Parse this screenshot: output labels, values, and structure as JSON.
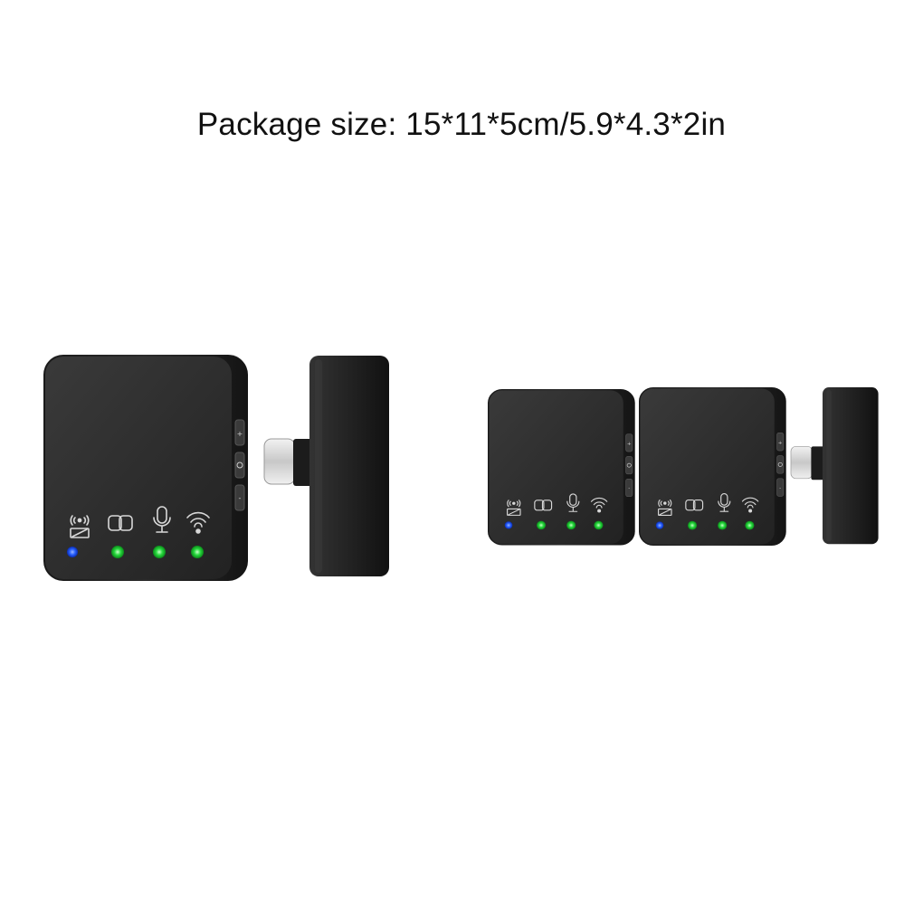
{
  "caption": "Package size: 15*11*5cm/5.9*4.3*2in",
  "colors": {
    "background": "#ffffff",
    "device_body": "#2a2a2a",
    "device_face": "#313131",
    "led_blue": "#1f5bff",
    "led_green": "#22d33a"
  },
  "icons": [
    "wireless-signal-icon",
    "link-icon",
    "microphone-icon",
    "wifi-icon"
  ],
  "side_buttons": [
    "plus-button-icon",
    "power-button-icon",
    "minus-button-icon"
  ],
  "groups": [
    {
      "name": "single-transmitter-with-receiver",
      "leds": [
        "blue",
        "green",
        "green",
        "green"
      ]
    },
    {
      "name": "dual-transmitters-with-receiver",
      "leds": [
        "blue",
        "green",
        "green",
        "green"
      ]
    }
  ]
}
